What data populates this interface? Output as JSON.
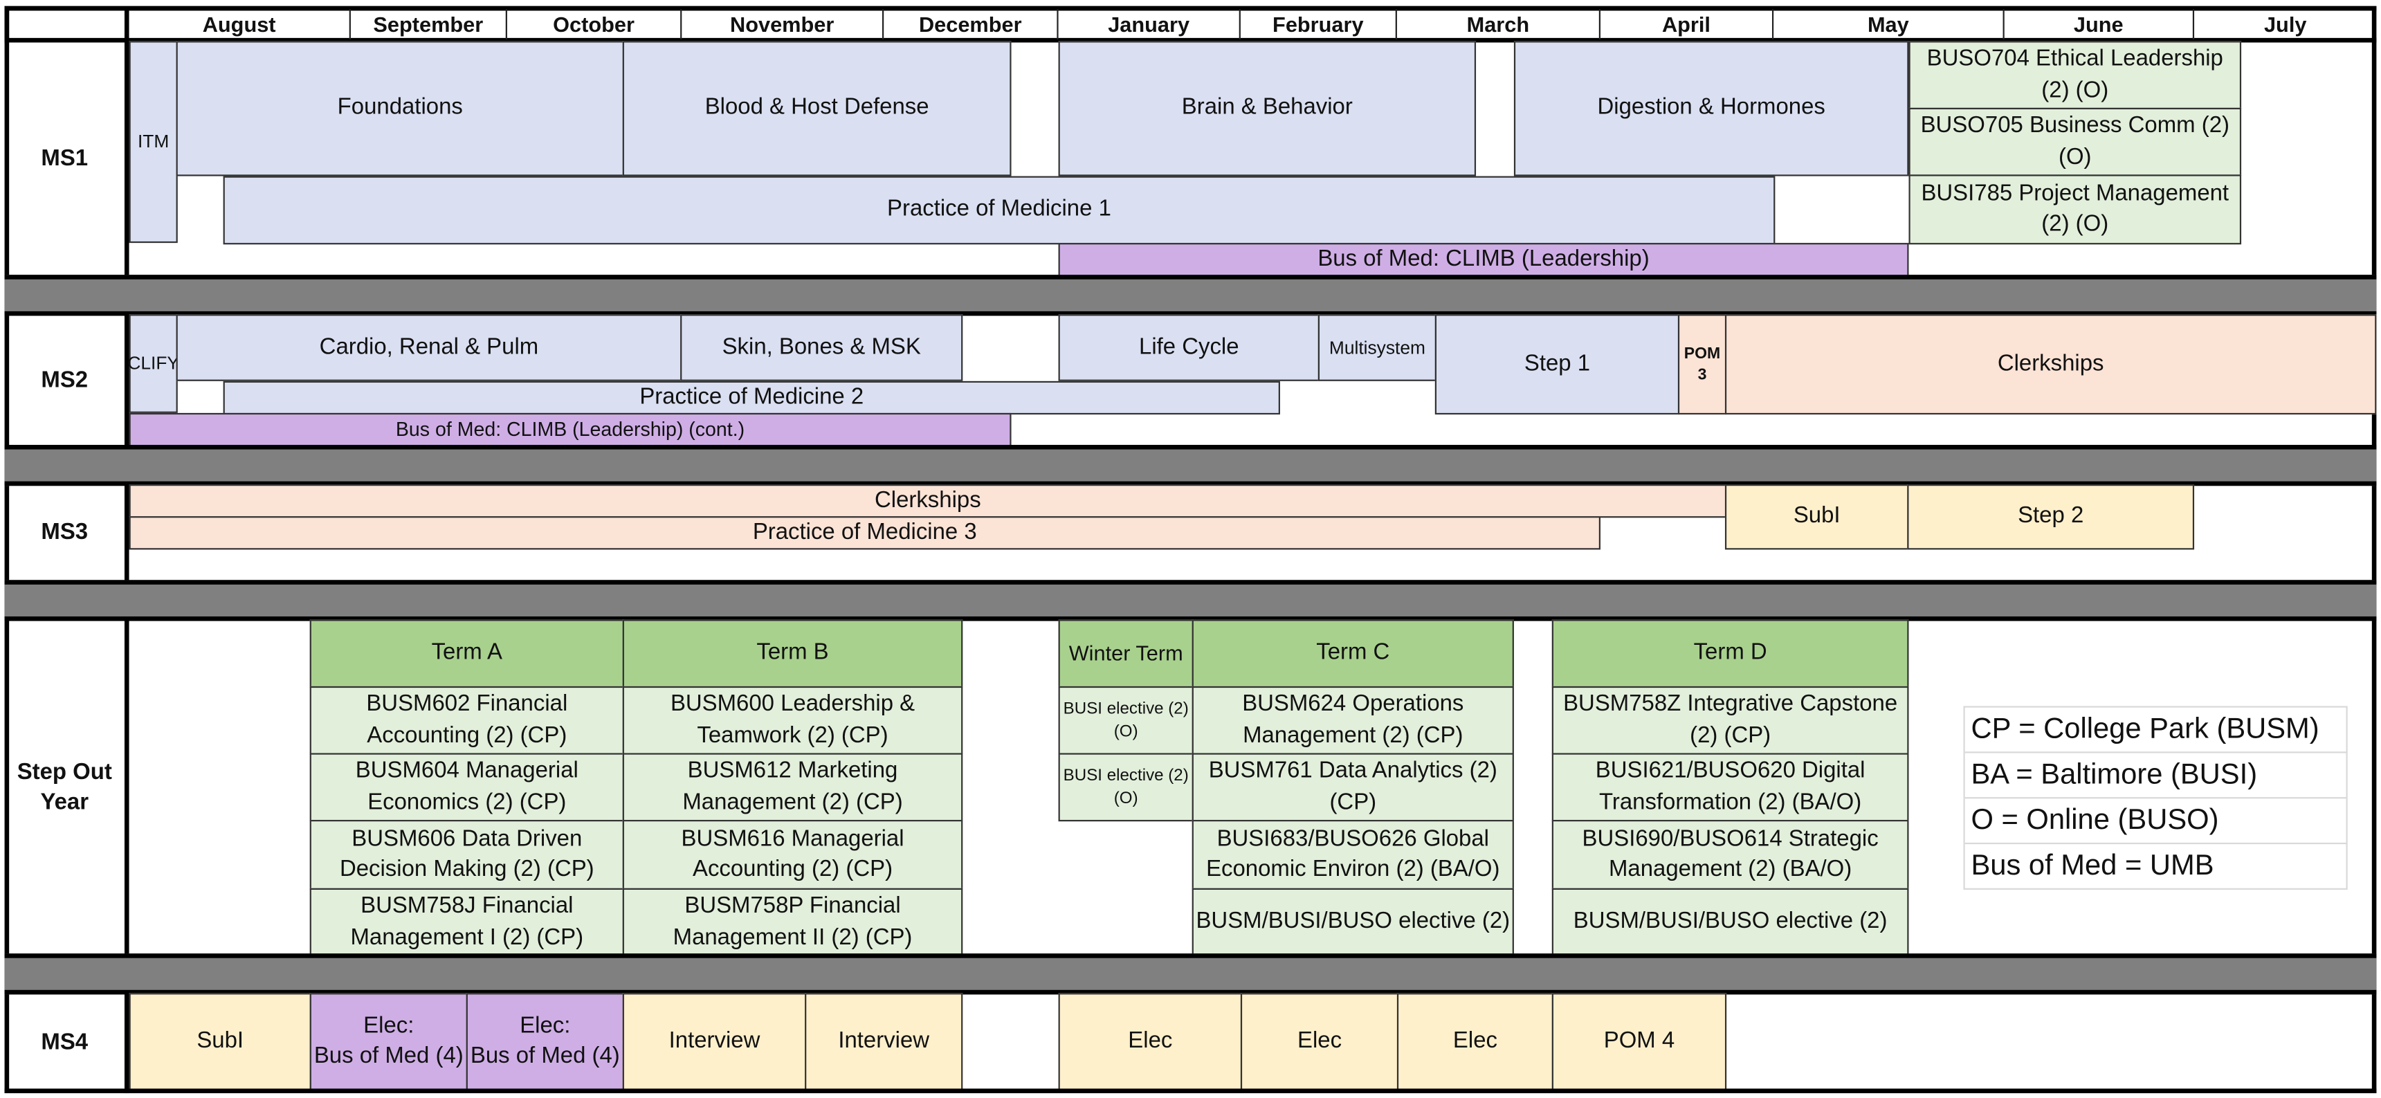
{
  "months": [
    "August",
    "September",
    "October",
    "November",
    "December",
    "January",
    "February",
    "March",
    "April",
    "May",
    "June",
    "July"
  ],
  "rows": {
    "ms1": "MS1",
    "ms2": "MS2",
    "ms3": "MS3",
    "step_out": "Step Out Year",
    "ms4": "MS4"
  },
  "ms1": {
    "itm": "ITM",
    "foundations": "Foundations",
    "blood": "Blood & Host Defense",
    "brain": "Brain & Behavior",
    "digestion": "Digestion & Hormones",
    "pom1": "Practice of Medicine 1",
    "climb": "Bus of Med: CLIMB (Leadership)",
    "buso704": "BUSO704 Ethical Leadership (2) (O)",
    "buso705": "BUSO705 Business Comm (2) (O)",
    "busi785": "BUSI785 Project Management (2) (O)"
  },
  "ms2": {
    "clify": "CLIFY",
    "cardio": "Cardio, Renal & Pulm",
    "skin": "Skin, Bones & MSK",
    "lifecycle": "Life Cycle",
    "multisystem": "Multisystem",
    "step1": "Step 1",
    "pom3_line1": "POM",
    "pom3_line2": "3",
    "clerkships": "Clerkships",
    "pom2": "Practice of Medicine 2",
    "climb_cont": "Bus of Med: CLIMB (Leadership) (cont.)"
  },
  "ms3": {
    "clerkships": "Clerkships",
    "pom3": "Practice of Medicine 3",
    "subi": "SubI",
    "step2": "Step 2"
  },
  "step_out": {
    "terms": [
      {
        "label": "Term A",
        "courses": [
          "BUSM602 Financial Accounting (2) (CP)",
          "BUSM604 Managerial Economics (2) (CP)",
          "BUSM606 Data Driven Decision Making (2) (CP)",
          "BUSM758J Financial Management I (2) (CP)"
        ]
      },
      {
        "label": "Term B",
        "courses": [
          "BUSM600 Leadership & Teamwork (2) (CP)",
          "BUSM612 Marketing Management (2) (CP)",
          "BUSM616 Managerial Accounting (2) (CP)",
          "BUSM758P Financial Management II (2) (CP)"
        ]
      },
      {
        "label": "Winter Term",
        "courses": [
          "BUSI elective (2) (O)",
          "BUSI elective (2) (O)"
        ]
      },
      {
        "label": "Term C",
        "courses": [
          "BUSM624 Operations Management (2) (CP)",
          "BUSM761 Data Analytics (2) (CP)",
          "BUSI683/BUSO626 Global Economic Environ (2) (BA/O)",
          "BUSM/BUSI/BUSO elective (2)"
        ]
      },
      {
        "label": "Term D",
        "courses": [
          "BUSM758Z Integrative Capstone (2) (CP)",
          "BUSI621/BUSO620 Digital Transformation (2) (BA/O)",
          "BUSI690/BUSO614 Strategic Management (2) (BA/O)",
          "BUSM/BUSI/BUSO elective (2)"
        ]
      }
    ]
  },
  "legend": [
    "CP = College Park (BUSM)",
    "BA = Baltimore (BUSI)",
    "O = Online (BUSO)",
    "Bus of Med = UMB"
  ],
  "ms4": {
    "blocks": [
      "SubI",
      "Elec:\nBus of Med (4)",
      "Elec:\nBus of Med (4)",
      "Interview",
      "Interview",
      "Elec",
      "Elec",
      "Elec",
      "POM 4"
    ]
  },
  "colors": {
    "preclinical_blue": "#dae0f2",
    "business_green": "#e2efdb",
    "term_header_green": "#a9d18e",
    "bus_of_med_purple": "#cfaee6",
    "clinical_peach": "#fbe3d6",
    "ms4_yellow": "#fff0cc",
    "separator_gray": "#808080"
  }
}
